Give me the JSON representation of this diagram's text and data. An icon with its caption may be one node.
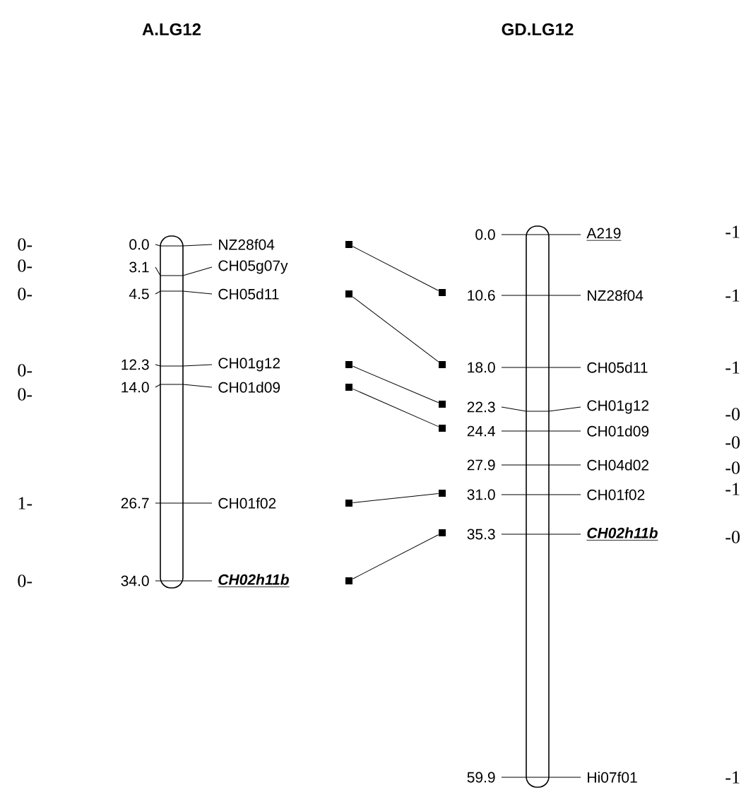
{
  "diagram": {
    "nodes": [
      {
        "text": [],
        "shape": "bar"
      },
      {
        "text": [],
        "shape": "bar"
      },
      {
        "text": [],
        "shape": "box"
      },
      {
        "text": [],
        "shape": "box"
      },
      {
        "text": [],
        "shape": "box"
      },
      {
        "text": [],
        "shape": "box"
      },
      {
        "text": [],
        "shape": "box"
      },
      {
        "text": [],
        "shape": "box"
      },
      {
        "text": [],
        "shape": "box"
      },
      {
        "text": [],
        "shape": "box"
      },
      {
        "text": [],
        "shape": "box"
      },
      {
        "text": [],
        "shape": "box"
      },
      {
        "text": [],
        "shape": "box"
      },
      {
        "text": [],
        "shape": "box"
      }
    ],
    "edges": [
      {
        "from": 2,
        "to": 8,
        "arrow": "none"
      },
      {
        "from": 3,
        "to": 9,
        "arrow": "none"
      },
      {
        "from": 4,
        "to": 10,
        "arrow": "none"
      },
      {
        "from": 5,
        "to": 11,
        "arrow": "none"
      },
      {
        "from": 6,
        "to": 12,
        "arrow": "none"
      },
      {
        "from": 7,
        "to": 13,
        "arrow": "none"
      }
    ],
    "labels": [
      "A.LG12",
      "GD.LG12",
      "0-",
      "0.0",
      "NZ28f04",
      "0-",
      "3.1",
      "CH05g07y",
      "0-",
      "4.5",
      "CH05d11",
      "0-",
      "12.3",
      "CH01g12",
      "0-",
      "14.0",
      "CH01d09",
      "1-",
      "26.7",
      "CH01f02",
      "0-",
      "34.0",
      "CH02h11b",
      "0.0",
      "A219",
      "-1",
      "10.6",
      "NZ28f04",
      "-1",
      "18.0",
      "CH05d11",
      "-1",
      "22.3",
      "CH01g12",
      "-0",
      "24.4",
      "CH01d09",
      "-0",
      "27.9",
      "CH04d02",
      "-0",
      "31.0",
      "CH01f02",
      "-1",
      "35.3",
      "CH02h11b",
      "-0",
      "59.9",
      "Hi07f01",
      "-1"
    ]
  }
}
